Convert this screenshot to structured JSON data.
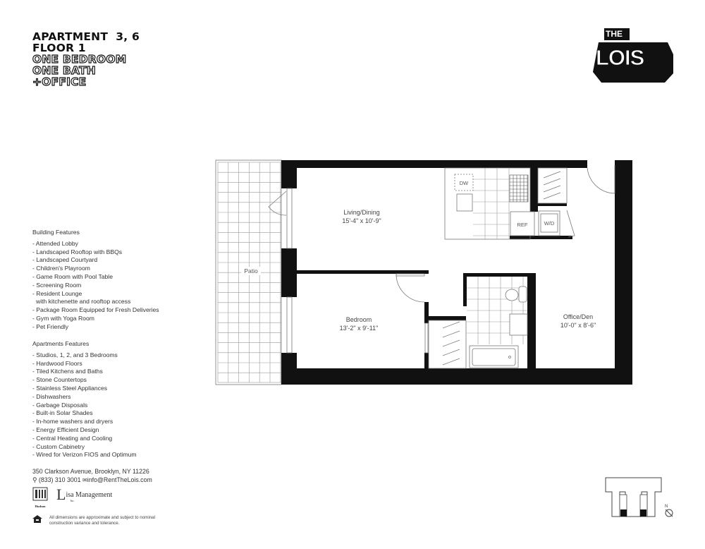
{
  "header": {
    "line1": "APARTMENT  3, 6",
    "line2": "FLOOR 1",
    "line3": "ONE BEDROOM",
    "line4": "ONE BATH",
    "line5": "+OFFICE"
  },
  "logo": {
    "top": "THE",
    "main": "LOIS"
  },
  "building_features": {
    "heading": "Building Features",
    "items": [
      "- Attended Lobby",
      "- Landscaped Rooftop with BBQs",
      "- Landscaped Courtyard",
      "- Children's Playroom",
      "- Game Room with Pool Table",
      "- Screening Room",
      "- Resident Lounge",
      "  with kitchenette and rooftop access",
      "- Package Room Equipped for Fresh Deliveries",
      "- Gym with Yoga Room",
      "- Pet Friendly"
    ]
  },
  "apartment_features": {
    "heading": "Apartments Features",
    "items": [
      "- Studios, 1, 2, and 3 Bedrooms",
      "- Hardwood Floors",
      "- Tiled Kitchens and Baths",
      "- Stone Countertops",
      "- Stainless Steel Appliances",
      "- Dishwashers",
      "- Garbage Disposals",
      "- Built-in Solar Shades",
      "- In-home washers and dryers",
      "- Energy Efficient Design",
      "- Central Heating and Cooling",
      "- Custom Cabinetry",
      "- Wired for Verizon FIOS and Optimum"
    ]
  },
  "contact": {
    "address": "350 Clarkson Avenue, Brooklyn, NY 11226",
    "phone": "(833) 310 3001",
    "email": "info@RentTheLois.com"
  },
  "partners": {
    "hudson": "Hudson",
    "lisa": "isa Management",
    "lisa_inc": "Inc."
  },
  "disclaimer": "All dimensions are approximate and subject to nominal construction variance and tolerance.",
  "floorplan": {
    "rooms": [
      {
        "name": "Living/Dining",
        "dims": "15'-4\" x 10'-9\""
      },
      {
        "name": "Bedroom",
        "dims": "13'-2\" x 9'-11\""
      },
      {
        "name": "Office/Den",
        "dims": "10'-0\" x 8'-6\""
      },
      {
        "name": "Patio"
      }
    ],
    "appliances": {
      "dw": "DW",
      "ref": "REF",
      "wd": "W/D"
    }
  },
  "keyplan": {
    "north": "N"
  },
  "colors": {
    "wall": "#111111",
    "line": "#777777"
  }
}
